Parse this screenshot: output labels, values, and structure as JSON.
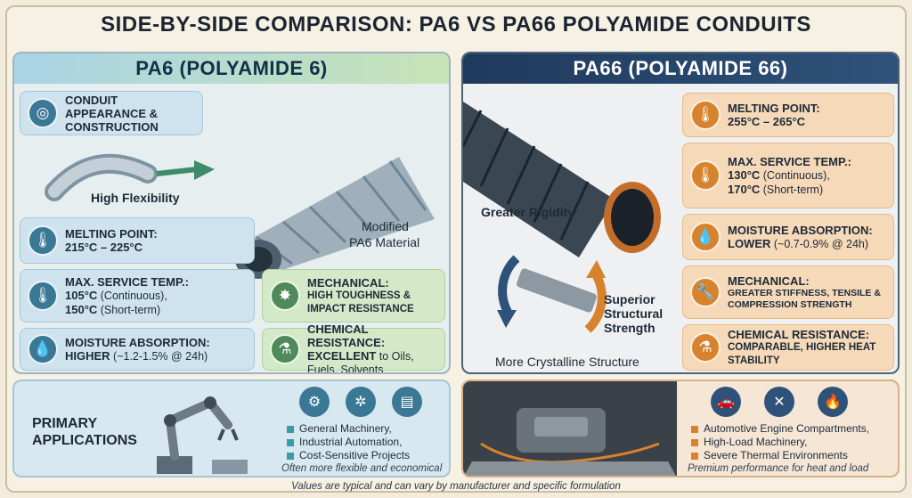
{
  "title": "SIDE-BY-SIDE COMPARISON: PA6 VS PA66 POLYAMIDE CONDUITS",
  "pa6": {
    "header": "PA6 (POLYAMIDE 6)",
    "appearance": "CONDUIT APPEARANCE & CONSTRUCTION",
    "flex_label": "High Flexibility",
    "material_label_1": "Modified",
    "material_label_2": "PA6 Material",
    "melting_title": "MELTING POINT:",
    "melting_value": "215°C – 225°C",
    "service_title": "MAX. SERVICE TEMP.:",
    "service_v1": "105°C",
    "service_v1_note": "(Continuous),",
    "service_v2": "150°C",
    "service_v2_note": "(Short-term)",
    "moisture_title": "MOISTURE ABSORPTION:",
    "moisture_value": "HIGHER",
    "moisture_note": "(~1.2-1.5% @ 24h)",
    "mech_title": "MECHANICAL:",
    "mech_value": "HIGH TOUGHNESS & IMPACT RESISTANCE",
    "chem_title": "CHEMICAL RESISTANCE:",
    "chem_value": "EXCELLENT",
    "chem_note": "to Oils, Fuels, Solvents"
  },
  "pa66": {
    "header": "PA66 (POLYAMIDE 66)",
    "rigidity_label": "Greater Rigidity",
    "structural_label": "Superior Structural Strength",
    "crystalline_label": "More Crystalline Structure",
    "melting_title": "MELTING POINT:",
    "melting_value": "255°C – 265°C",
    "service_title": "MAX. SERVICE TEMP.:",
    "service_v1": "130°C",
    "service_v1_note": "(Continuous),",
    "service_v2": "170°C",
    "service_v2_note": "(Short-term)",
    "moisture_title": "MOISTURE ABSORPTION:",
    "moisture_value": "LOWER",
    "moisture_note": "(~0.7-0.9% @ 24h)",
    "mech_title": "MECHANICAL:",
    "mech_value": "GREATER STIFFNESS, TENSILE & COMPRESSION STRENGTH",
    "chem_title": "CHEMICAL RESISTANCE:",
    "chem_value": "COMPARABLE, HIGHER HEAT STABILITY"
  },
  "applications": {
    "label": "PRIMARY APPLICATIONS",
    "pa6_items": [
      "General Machinery,",
      "Industrial Automation,",
      "Cost-Sensitive Projects"
    ],
    "pa6_note": "Often more flexible and economical",
    "pa66_items": [
      "Automotive Engine Compartments,",
      "High-Load Machinery,",
      "Severe Thermal Environments"
    ],
    "pa66_note": "Premium performance for heat and load"
  },
  "footer": "Values are typical and can vary by manufacturer and specific formulation",
  "colors": {
    "pa6_accent": "#3a7896",
    "pa6_green": "#4e8a5a",
    "pa66_navy": "#1f3a5c",
    "pa66_orange": "#d7832e"
  },
  "icons": [
    "conduit-icon",
    "thermometer-icon",
    "droplet-icon",
    "gear-icon",
    "flask-icon",
    "wrench-icon",
    "car-icon",
    "flame-icon",
    "document-icon"
  ]
}
